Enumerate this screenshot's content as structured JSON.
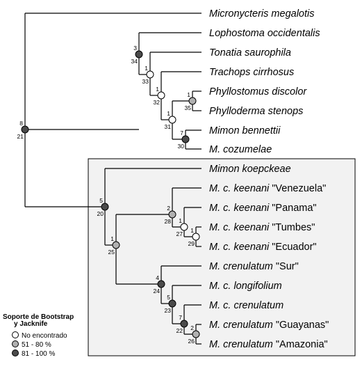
{
  "colors": {
    "none": "#ffffff",
    "mid": "#b0b0b0",
    "high": "#4a4a4a",
    "box_fill": "#f2f2f2"
  },
  "leaves": [
    {
      "name": [
        {
          "t": "Micronycteris megalotis",
          "i": true
        }
      ]
    },
    {
      "name": [
        {
          "t": "Lophostoma occidentalis",
          "i": true
        }
      ]
    },
    {
      "name": [
        {
          "t": "Tonatia saurophila",
          "i": true
        }
      ]
    },
    {
      "name": [
        {
          "t": "Trachops cirrhosus",
          "i": true
        }
      ]
    },
    {
      "name": [
        {
          "t": "Phyllostomus discolor",
          "i": true
        }
      ]
    },
    {
      "name": [
        {
          "t": "Phylloderma stenops",
          "i": true
        }
      ]
    },
    {
      "name": [
        {
          "t": "Mimon bennettii",
          "i": true
        }
      ]
    },
    {
      "name": [
        {
          "t": "M. cozumelae",
          "i": true
        }
      ]
    },
    {
      "name": [
        {
          "t": "Mimon koepckeae",
          "i": true
        }
      ]
    },
    {
      "name": [
        {
          "t": "M. c. keenani ",
          "i": true
        },
        {
          "t": "\"Venezuela\"",
          "i": false
        }
      ]
    },
    {
      "name": [
        {
          "t": "M. c. keenani ",
          "i": true
        },
        {
          "t": "\"Panama\"",
          "i": false
        }
      ]
    },
    {
      "name": [
        {
          "t": "M. c. keenani ",
          "i": true
        },
        {
          "t": "\"Tumbes\"",
          "i": false
        }
      ]
    },
    {
      "name": [
        {
          "t": "M. c. keenani ",
          "i": true
        },
        {
          "t": "\"Ecuador\"",
          "i": false
        }
      ]
    },
    {
      "name": [
        {
          "t": "M. crenulatum ",
          "i": true
        },
        {
          "t": " \"Sur\"",
          "i": false
        }
      ]
    },
    {
      "name": [
        {
          "t": "M. c. longifolium",
          "i": true
        }
      ]
    },
    {
      "name": [
        {
          "t": "M. c. crenulatum",
          "i": true
        }
      ]
    },
    {
      "name": [
        {
          "t": "M. crenulatum ",
          "i": true
        },
        {
          "t": "\"Guayanas\"",
          "i": false
        }
      ]
    },
    {
      "name": [
        {
          "t": "M. crenulatum ",
          "i": true
        },
        {
          "t": "\"Amazonia\"",
          "i": false
        }
      ]
    }
  ],
  "nodes": [
    {
      "id": "n8",
      "above": "8",
      "below": "21",
      "support": "high"
    },
    {
      "id": "n3",
      "above": "3",
      "below": "34",
      "support": "high"
    },
    {
      "id": "n1a",
      "above": "1",
      "below": "33",
      "support": "none"
    },
    {
      "id": "n1b",
      "above": "1",
      "below": "32",
      "support": "none"
    },
    {
      "id": "n1c",
      "above": "1",
      "below": "31",
      "support": "none"
    },
    {
      "id": "n1d",
      "above": "1",
      "below": "35",
      "support": "mid"
    },
    {
      "id": "n7a",
      "above": "7",
      "below": "30",
      "support": "high"
    },
    {
      "id": "n5a",
      "above": "5",
      "below": "20",
      "support": "high"
    },
    {
      "id": "n1e",
      "above": "1",
      "below": "25",
      "support": "mid"
    },
    {
      "id": "n2a",
      "above": "2",
      "below": "28",
      "support": "mid"
    },
    {
      "id": "n1f",
      "above": "1",
      "below": "27",
      "support": "none"
    },
    {
      "id": "n1g",
      "above": "1",
      "below": "29",
      "support": "none"
    },
    {
      "id": "n4",
      "above": "4",
      "below": "24",
      "support": "high"
    },
    {
      "id": "n5b",
      "above": "5",
      "below": "23",
      "support": "high"
    },
    {
      "id": "n7b",
      "above": "7",
      "below": "22",
      "support": "high"
    },
    {
      "id": "n2b",
      "above": "2",
      "below": "26",
      "support": "mid"
    }
  ],
  "legend": {
    "title_line1": "Soporte de Bootstrap",
    "title_line2": "y Jacknife",
    "items": [
      {
        "label": "No encontrado",
        "support": "none"
      },
      {
        "label": "51 - 80 %",
        "support": "mid"
      },
      {
        "label": "81 - 100 %",
        "support": "high"
      }
    ]
  }
}
